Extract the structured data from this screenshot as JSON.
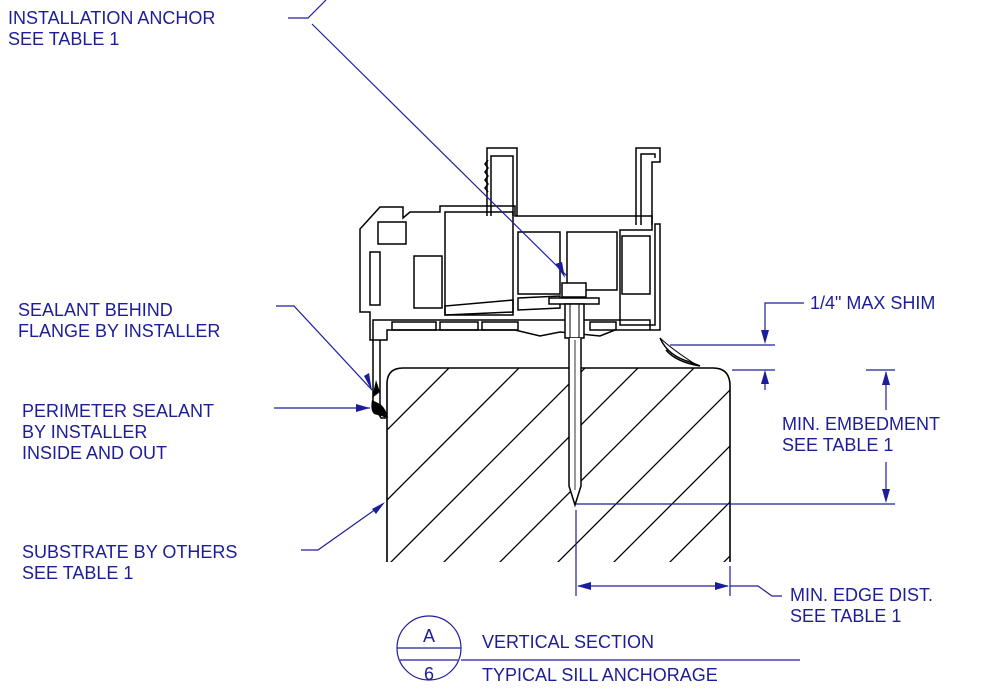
{
  "labels": {
    "installation_anchor": [
      "INSTALLATION ANCHOR",
      "SEE TABLE 1"
    ],
    "sealant_behind_flange": [
      "SEALANT BEHIND",
      "FLANGE BY INSTALLER"
    ],
    "perimeter_sealant": [
      "PERIMETER SEALANT",
      "BY INSTALLER",
      "INSIDE AND OUT"
    ],
    "substrate": [
      "SUBSTRATE BY OTHERS",
      "SEE TABLE 1"
    ],
    "max_shim": "1/4\"  MAX SHIM",
    "min_embedment": [
      "MIN. EMBEDMENT",
      "SEE TABLE 1"
    ],
    "min_edge_dist": [
      "MIN. EDGE DIST.",
      "SEE TABLE 1"
    ]
  },
  "section_tag": {
    "detail": "A",
    "sheet": "6",
    "title": "VERTICAL SECTION",
    "subtitle": "TYPICAL SILL ANCHORAGE"
  },
  "colors": {
    "annotation": "#1d1d9a",
    "linework": "#000000"
  }
}
